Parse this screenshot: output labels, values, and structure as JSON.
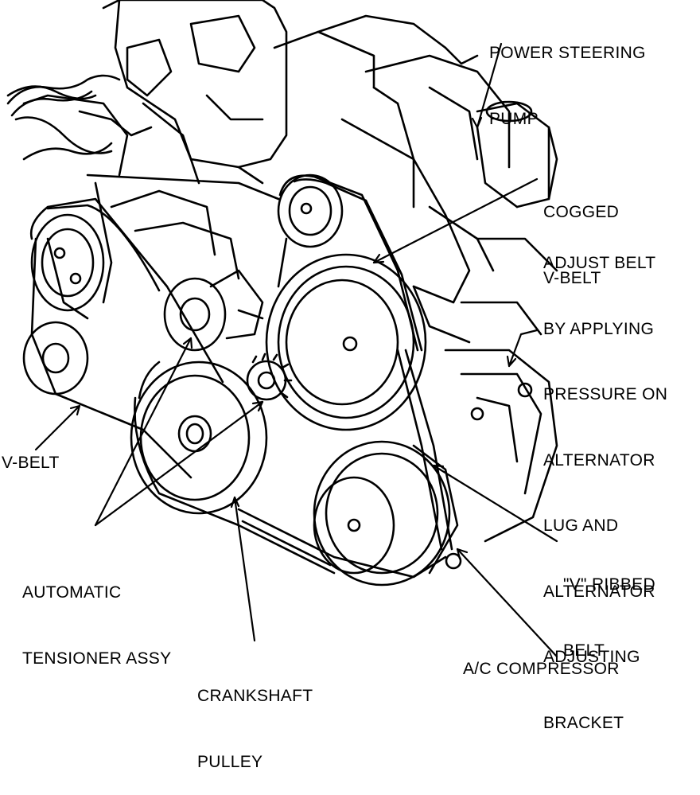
{
  "labels": {
    "power_steering_pump": [
      "POWER STEERING",
      "PUMP"
    ],
    "cogged_v_belt": [
      "COGGED",
      "V-BELT"
    ],
    "adjust_belt_note": [
      "ADJUST BELT",
      "BY APPLYING",
      "PRESSURE ON",
      "ALTERNATOR",
      "LUG AND",
      "ALTERNATOR",
      "ADJUSTING",
      "BRACKET"
    ],
    "v_belt": "V-BELT",
    "automatic_tensioner": [
      "AUTOMATIC",
      "TENSIONER ASSY"
    ],
    "v_ribbed_belt": [
      "\"V\" RIBBED",
      "BELT"
    ],
    "crankshaft_pulley": [
      "CRANKSHAFT",
      "PULLEY"
    ],
    "ac_compressor": "A/C COMPRESSOR"
  },
  "colors": {
    "ink": "#000000",
    "paper": "#ffffff"
  }
}
